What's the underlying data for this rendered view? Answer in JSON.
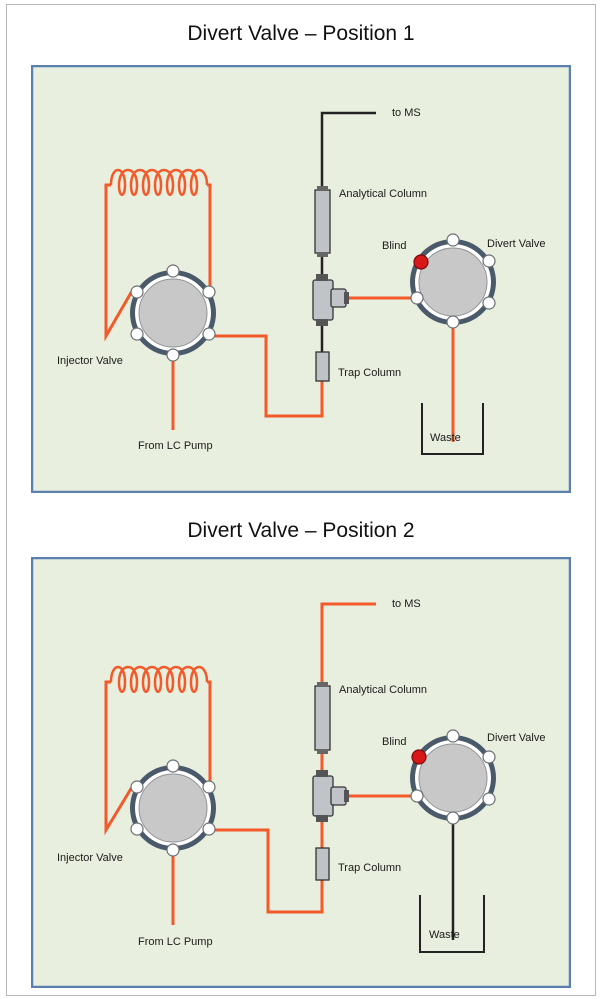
{
  "panels": [
    {
      "title": "Divert Valve – Position 1",
      "labels": {
        "to_ms": "to MS",
        "analytical_column": "Analytical Column",
        "blind": "Blind",
        "divert_valve": "Divert Valve",
        "injector_valve": "Injector Valve",
        "trap_column": "Trap Column",
        "from_lc_pump": "From LC Pump",
        "waste": "Waste"
      }
    },
    {
      "title": "Divert Valve – Position 2",
      "labels": {
        "to_ms": "to MS",
        "analytical_column": "Analytical Column",
        "blind": "Blind",
        "divert_valve": "Divert Valve",
        "injector_valve": "Injector Valve",
        "trap_column": "Trap Column",
        "from_lc_pump": "From LC Pump",
        "waste": "Waste"
      }
    }
  ],
  "colors": {
    "panel_background": "#e9efdf",
    "panel_border": "#5b7fae",
    "active_flow": "#f25a2a",
    "inactive_line": "#222222",
    "blind_port": "#d81818",
    "valve_body": "#c8c8c8",
    "valve_ring": "#4a5a6a"
  }
}
